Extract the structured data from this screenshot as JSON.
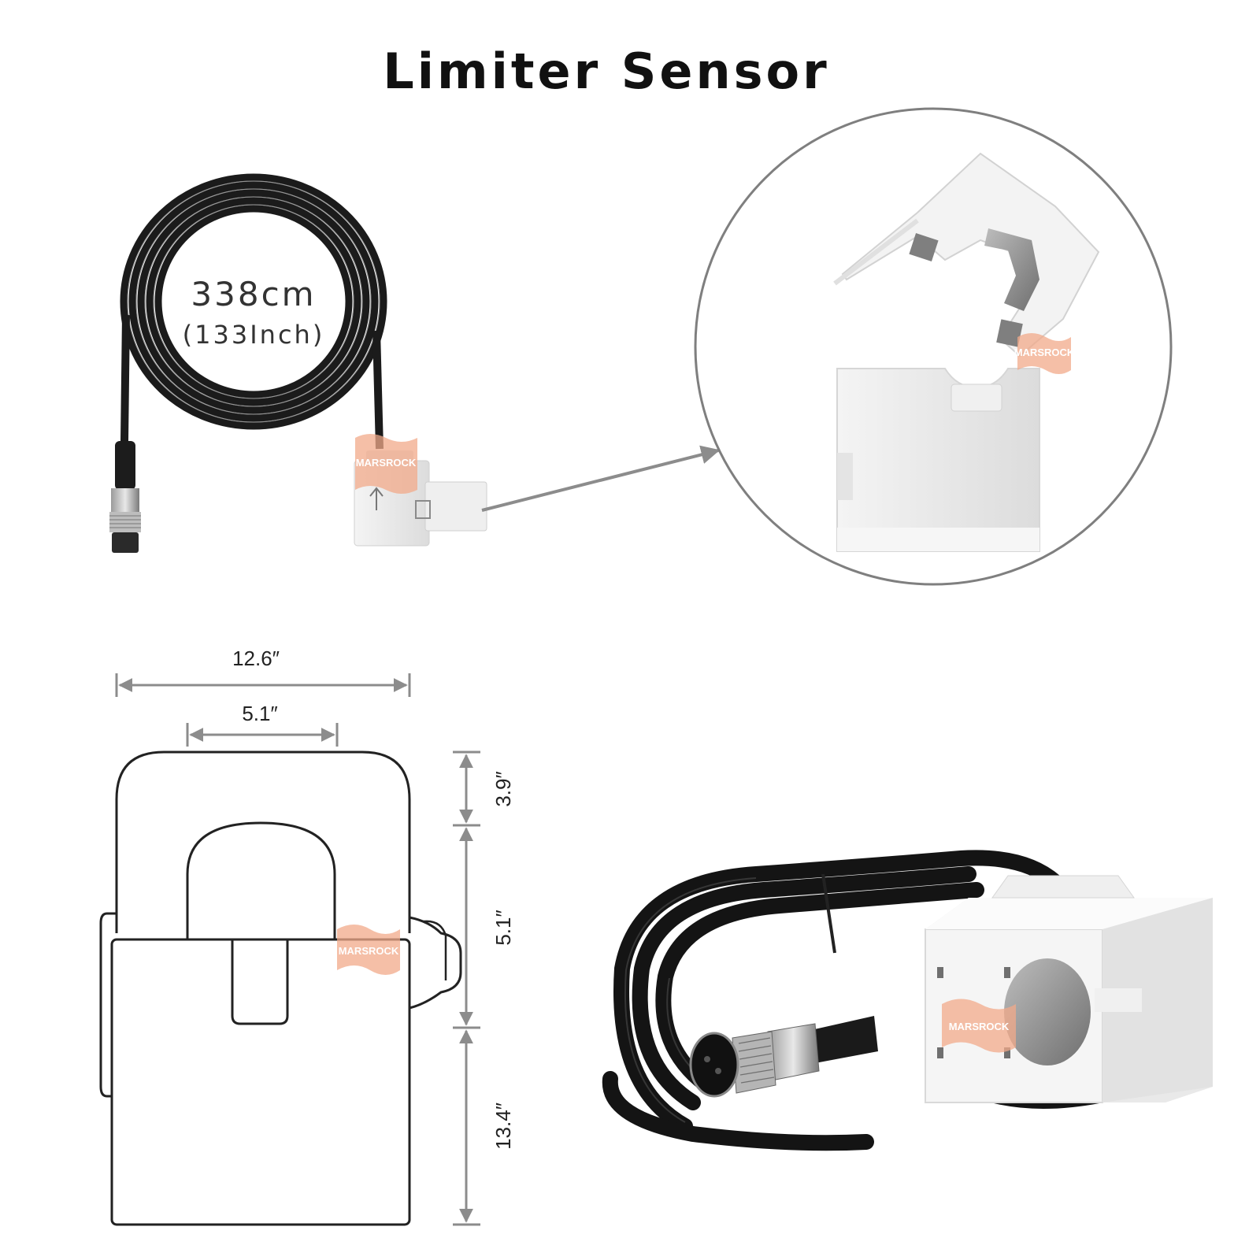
{
  "title": "Limiter Sensor",
  "cable": {
    "length_metric": "338cm",
    "length_imperial": "(133Inch)"
  },
  "dimensions": {
    "outer_width": "12.6″",
    "opening_width": "5.1″",
    "top_height": "3.9″",
    "opening_height": "5.1″",
    "bottom_height": "13.4″"
  },
  "watermark": "MARSROCK",
  "colors": {
    "cable": "#1a1a1a",
    "sensor_body": "#ececec",
    "outline": "#222222",
    "dimension_line": "#8c8c8c",
    "watermark": "#f2a98a"
  }
}
